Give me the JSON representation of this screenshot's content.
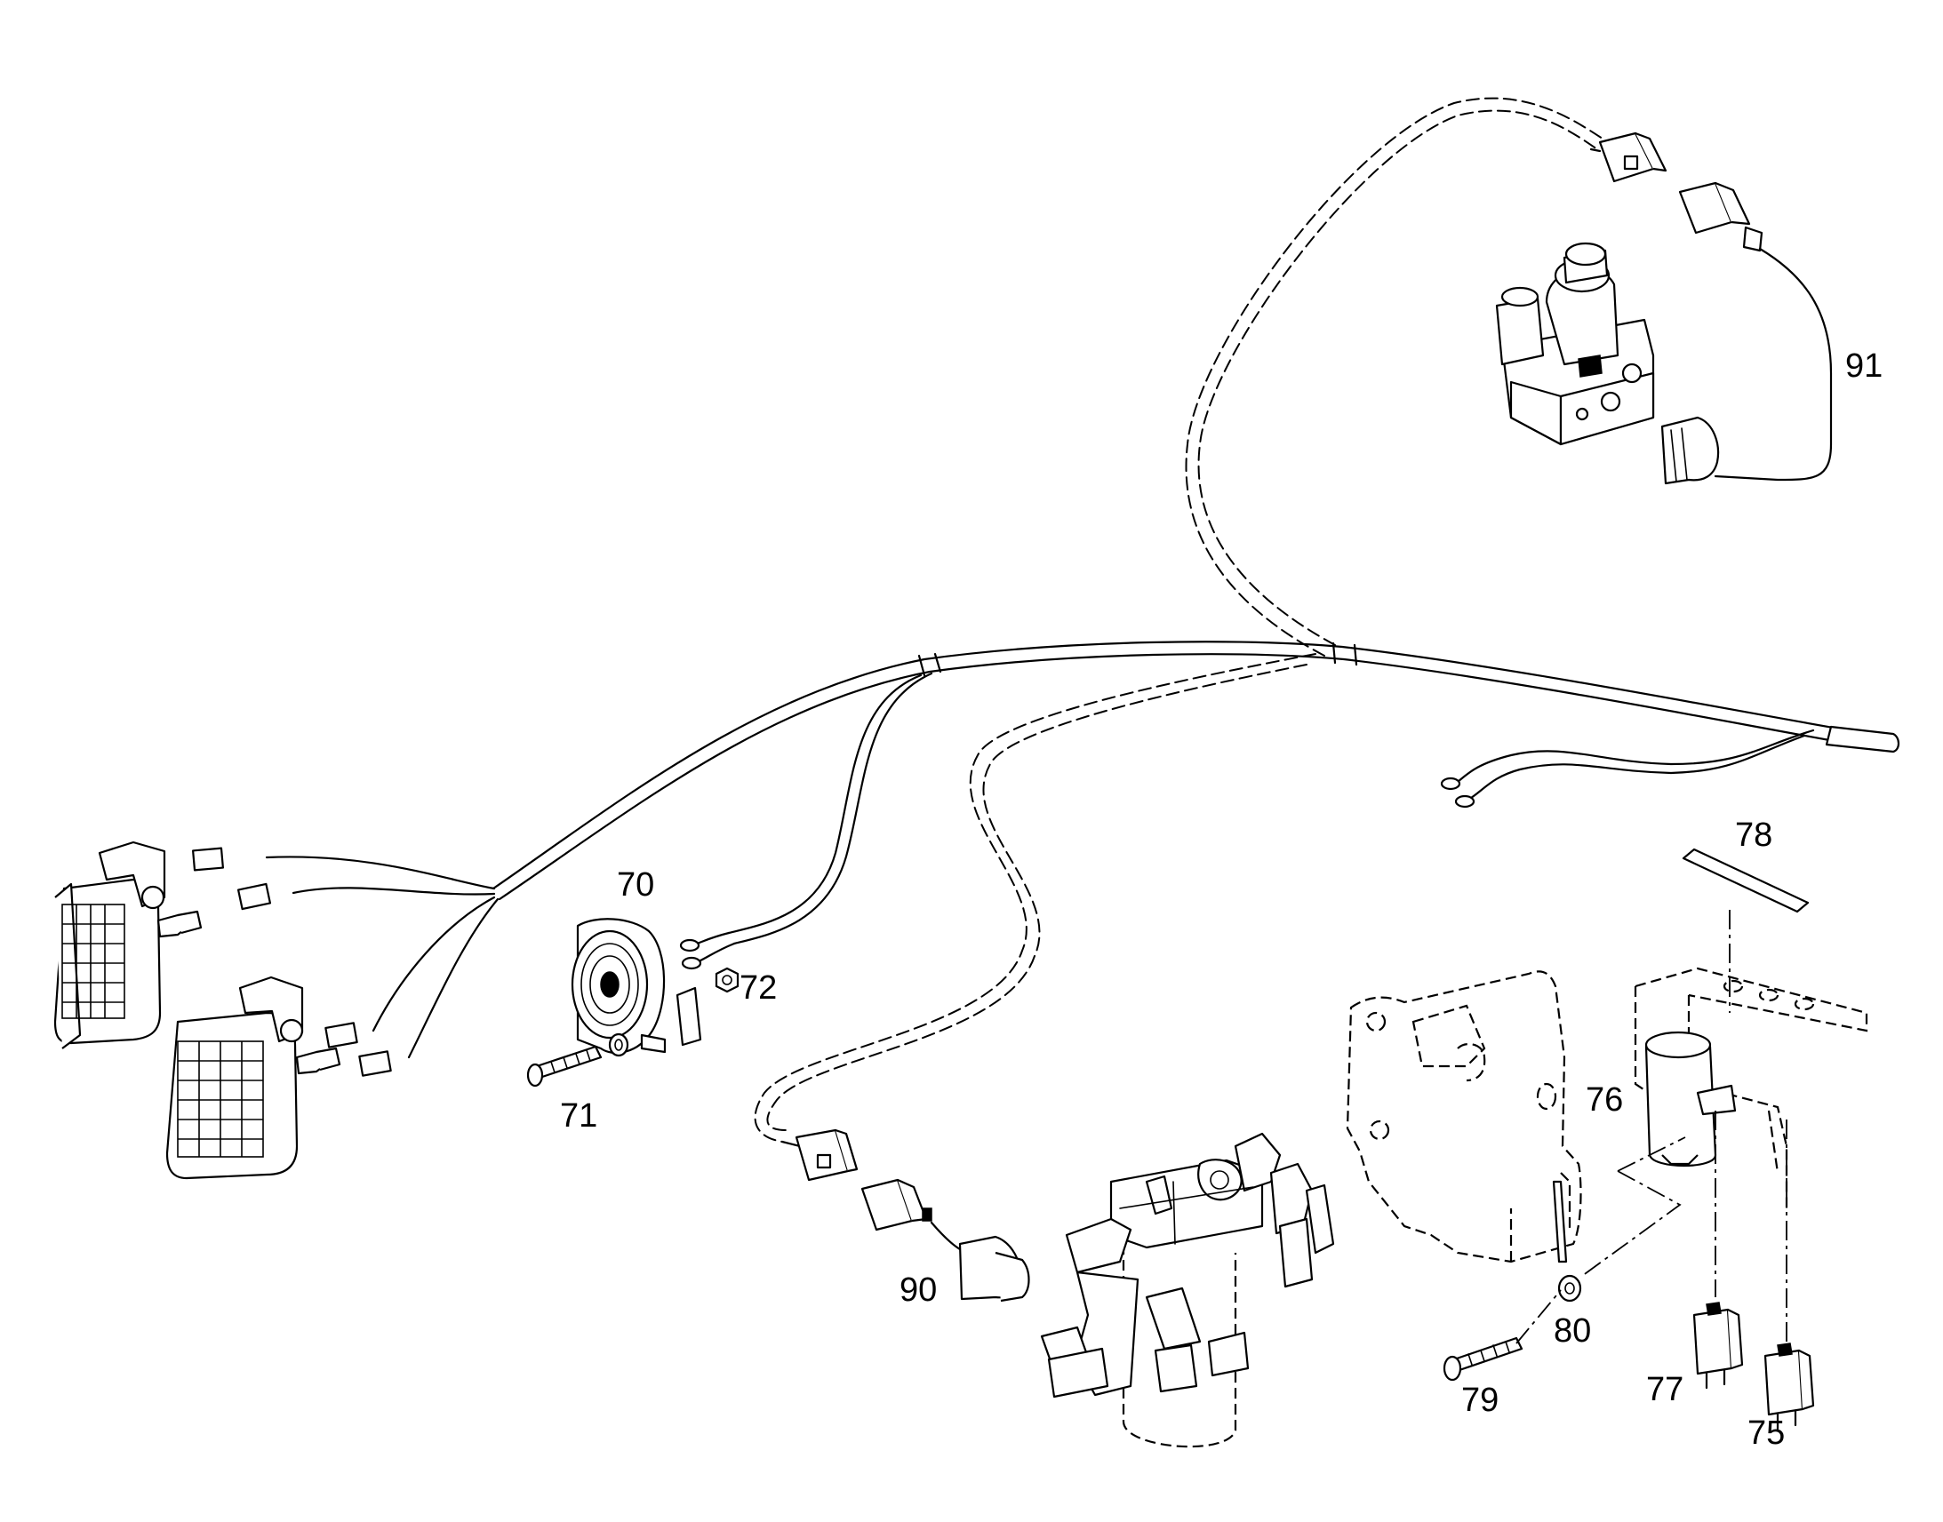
{
  "callouts": {
    "c70": "70",
    "c71": "71",
    "c72": "72",
    "c75": "75",
    "c76": "76",
    "c77": "77",
    "c78": "78",
    "c79": "79",
    "c80": "80",
    "c90": "90",
    "c91": "91"
  }
}
